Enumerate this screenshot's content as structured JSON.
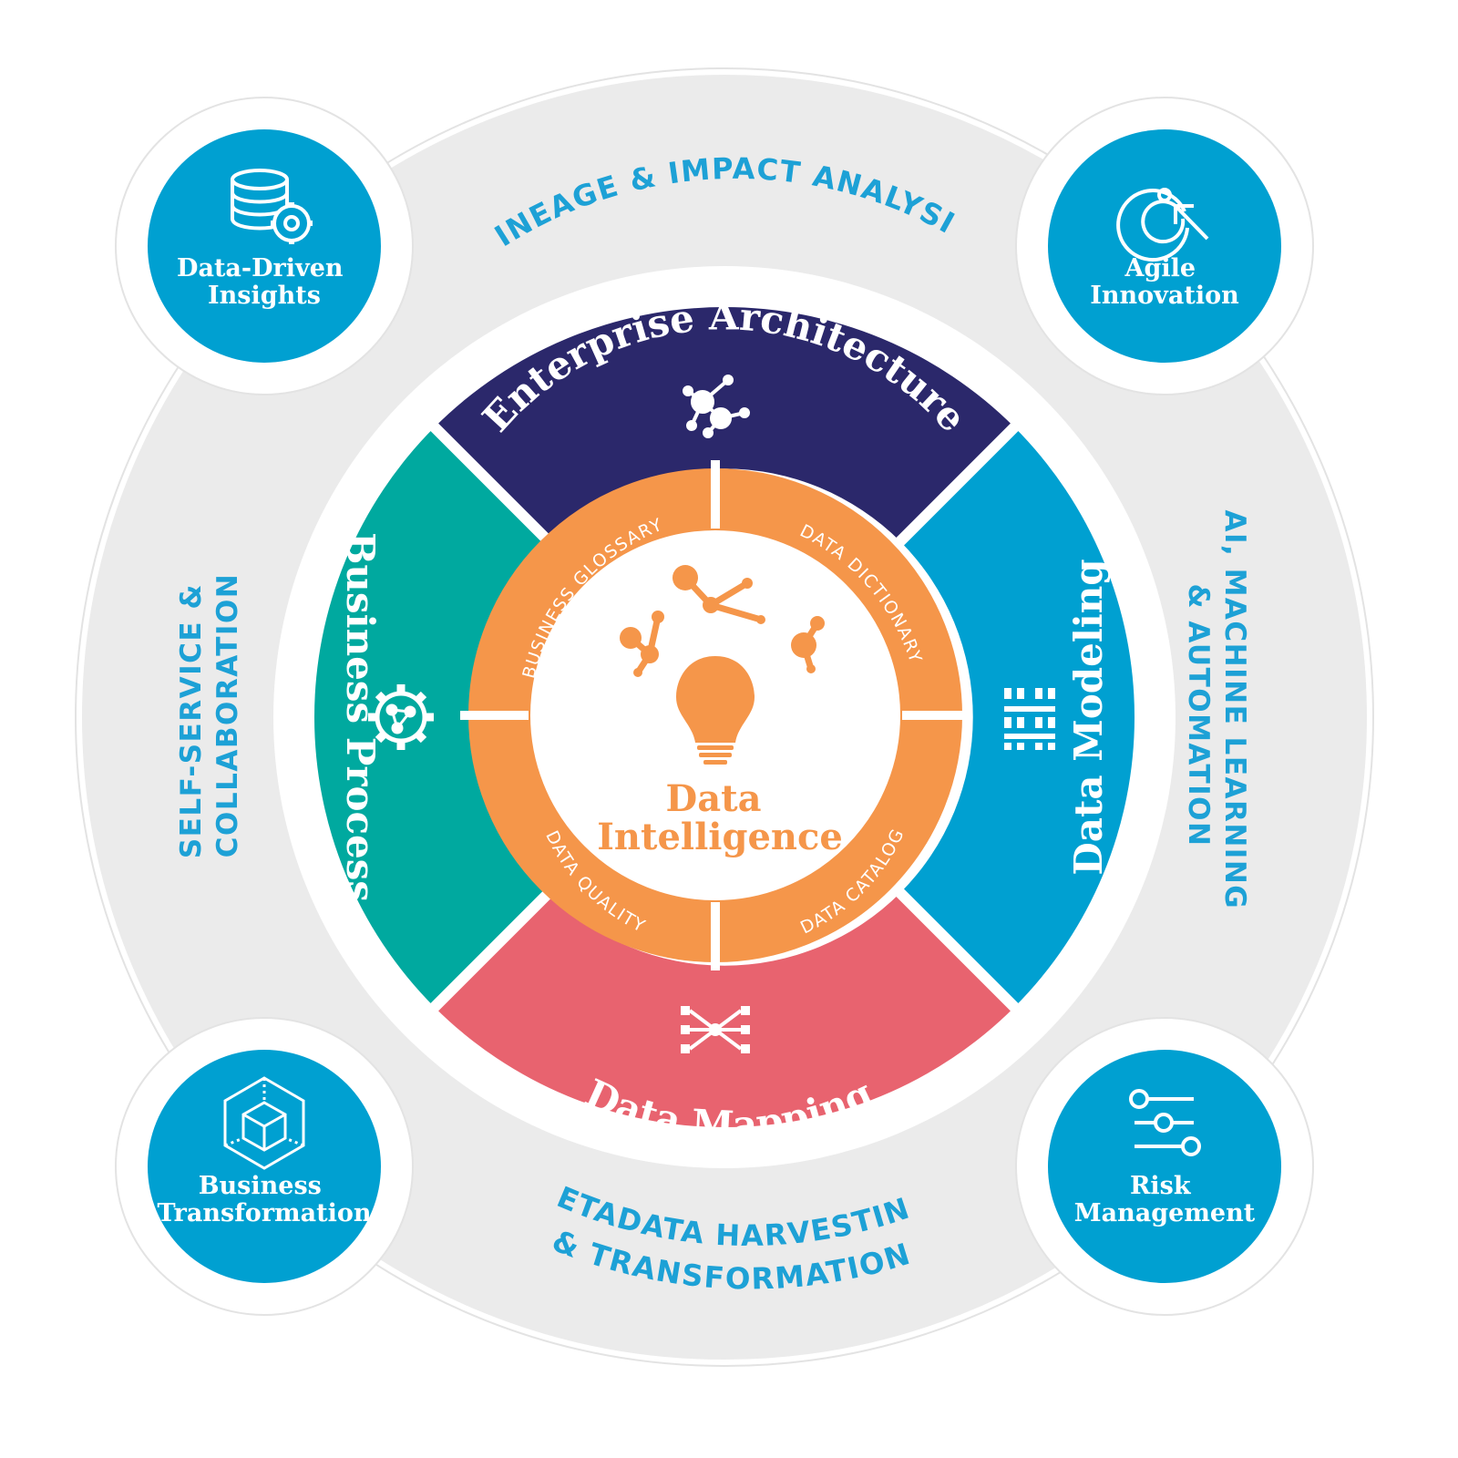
{
  "ring_labels": {
    "top": "LINEAGE & IMPACT ANALYSIS",
    "left": [
      "SELF-SERVICE &",
      "COLLABORATION"
    ],
    "right": [
      "AI, MACHINE LEARNING",
      "& AUTOMATION"
    ],
    "bottom": [
      "METADATA HARVESTING",
      "& TRANSFORMATION"
    ]
  },
  "corners": {
    "top_left": {
      "lines": [
        "Data-Driven",
        "Insights"
      ],
      "icon": "database-gear-icon"
    },
    "top_right": {
      "lines": [
        "Agile",
        "Innovation"
      ],
      "icon": "target-cursor-icon"
    },
    "bottom_left": {
      "lines": [
        "Business",
        "Transformation"
      ],
      "icon": "cube-icon"
    },
    "bottom_right": {
      "lines": [
        "Risk",
        "Management"
      ],
      "icon": "sliders-icon"
    }
  },
  "segments": {
    "top": {
      "label": "Enterprise Architecture",
      "color": "#2b286b",
      "icon": "network-nodes-icon"
    },
    "right": {
      "label": "Data Modeling",
      "color": "#00a0d1",
      "icon": "data-model-grid-icon"
    },
    "bottom": {
      "label": "Data Mapping",
      "color": "#e8636f",
      "icon": "mapping-icon"
    },
    "left": {
      "label": "Business Process",
      "color": "#00a99f",
      "icon": "gear-network-icon"
    }
  },
  "inner_ring": {
    "color": "#f5964a",
    "top_left": "BUSINESS GLOSSARY",
    "top_right": "DATA DICTIONARY",
    "bottom_left": "DATA QUALITY",
    "bottom_right": "DATA CATALOG"
  },
  "center": {
    "lines": [
      "Data",
      "Intelligence"
    ],
    "color": "#f5964a",
    "icon": "lightbulb-molecules-icon"
  },
  "colors": {
    "corner_blue": "#00a0d1",
    "outer_ring_gray": "#ebebeb",
    "ring_text_blue": "#1da1d6"
  }
}
